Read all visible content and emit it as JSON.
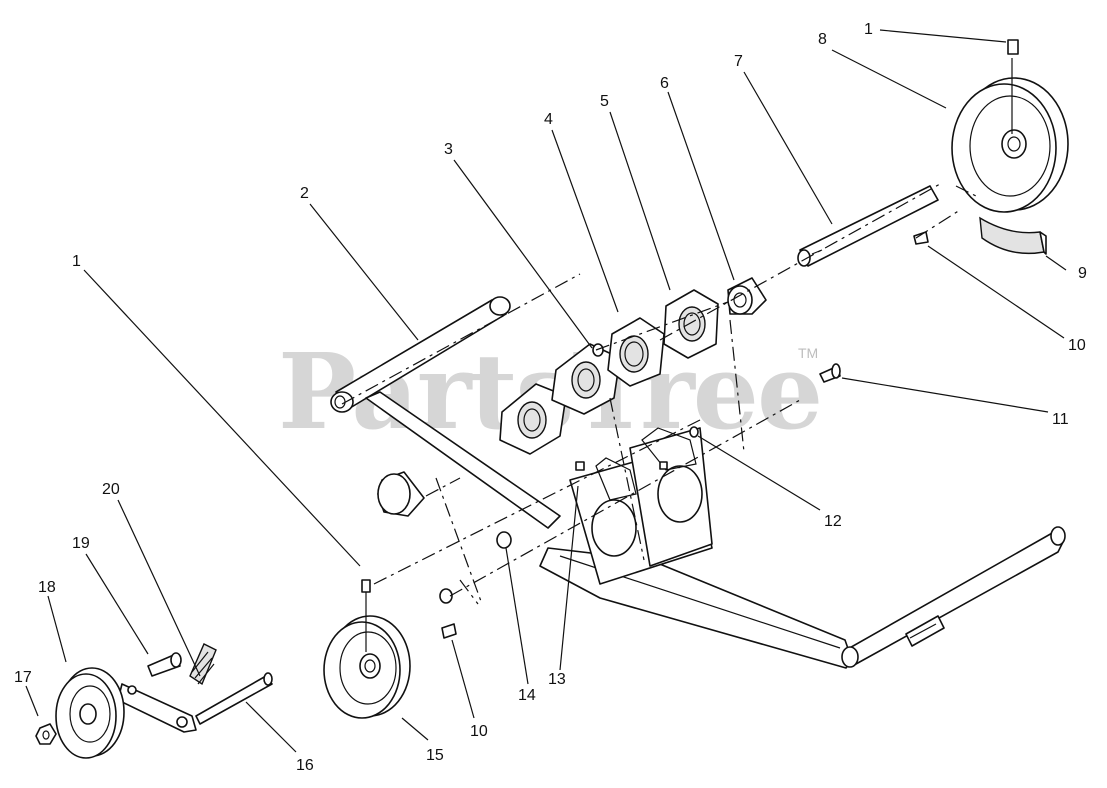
{
  "watermark": {
    "text": "PartsTree",
    "trademark": "TM"
  },
  "callouts": [
    {
      "id": "c1a",
      "label": "1"
    },
    {
      "id": "c1b",
      "label": "1"
    },
    {
      "id": "c2",
      "label": "2"
    },
    {
      "id": "c3",
      "label": "3"
    },
    {
      "id": "c4",
      "label": "4"
    },
    {
      "id": "c5",
      "label": "5"
    },
    {
      "id": "c6",
      "label": "6"
    },
    {
      "id": "c7",
      "label": "7"
    },
    {
      "id": "c8",
      "label": "8"
    },
    {
      "id": "c9",
      "label": "9"
    },
    {
      "id": "c10a",
      "label": "10"
    },
    {
      "id": "c10b",
      "label": "10"
    },
    {
      "id": "c11",
      "label": "11"
    },
    {
      "id": "c12",
      "label": "12"
    },
    {
      "id": "c13",
      "label": "13"
    },
    {
      "id": "c14",
      "label": "14"
    },
    {
      "id": "c15",
      "label": "15"
    },
    {
      "id": "c16",
      "label": "16"
    },
    {
      "id": "c17",
      "label": "17"
    },
    {
      "id": "c18",
      "label": "18"
    },
    {
      "id": "c19",
      "label": "19"
    },
    {
      "id": "c20",
      "label": "20"
    }
  ]
}
